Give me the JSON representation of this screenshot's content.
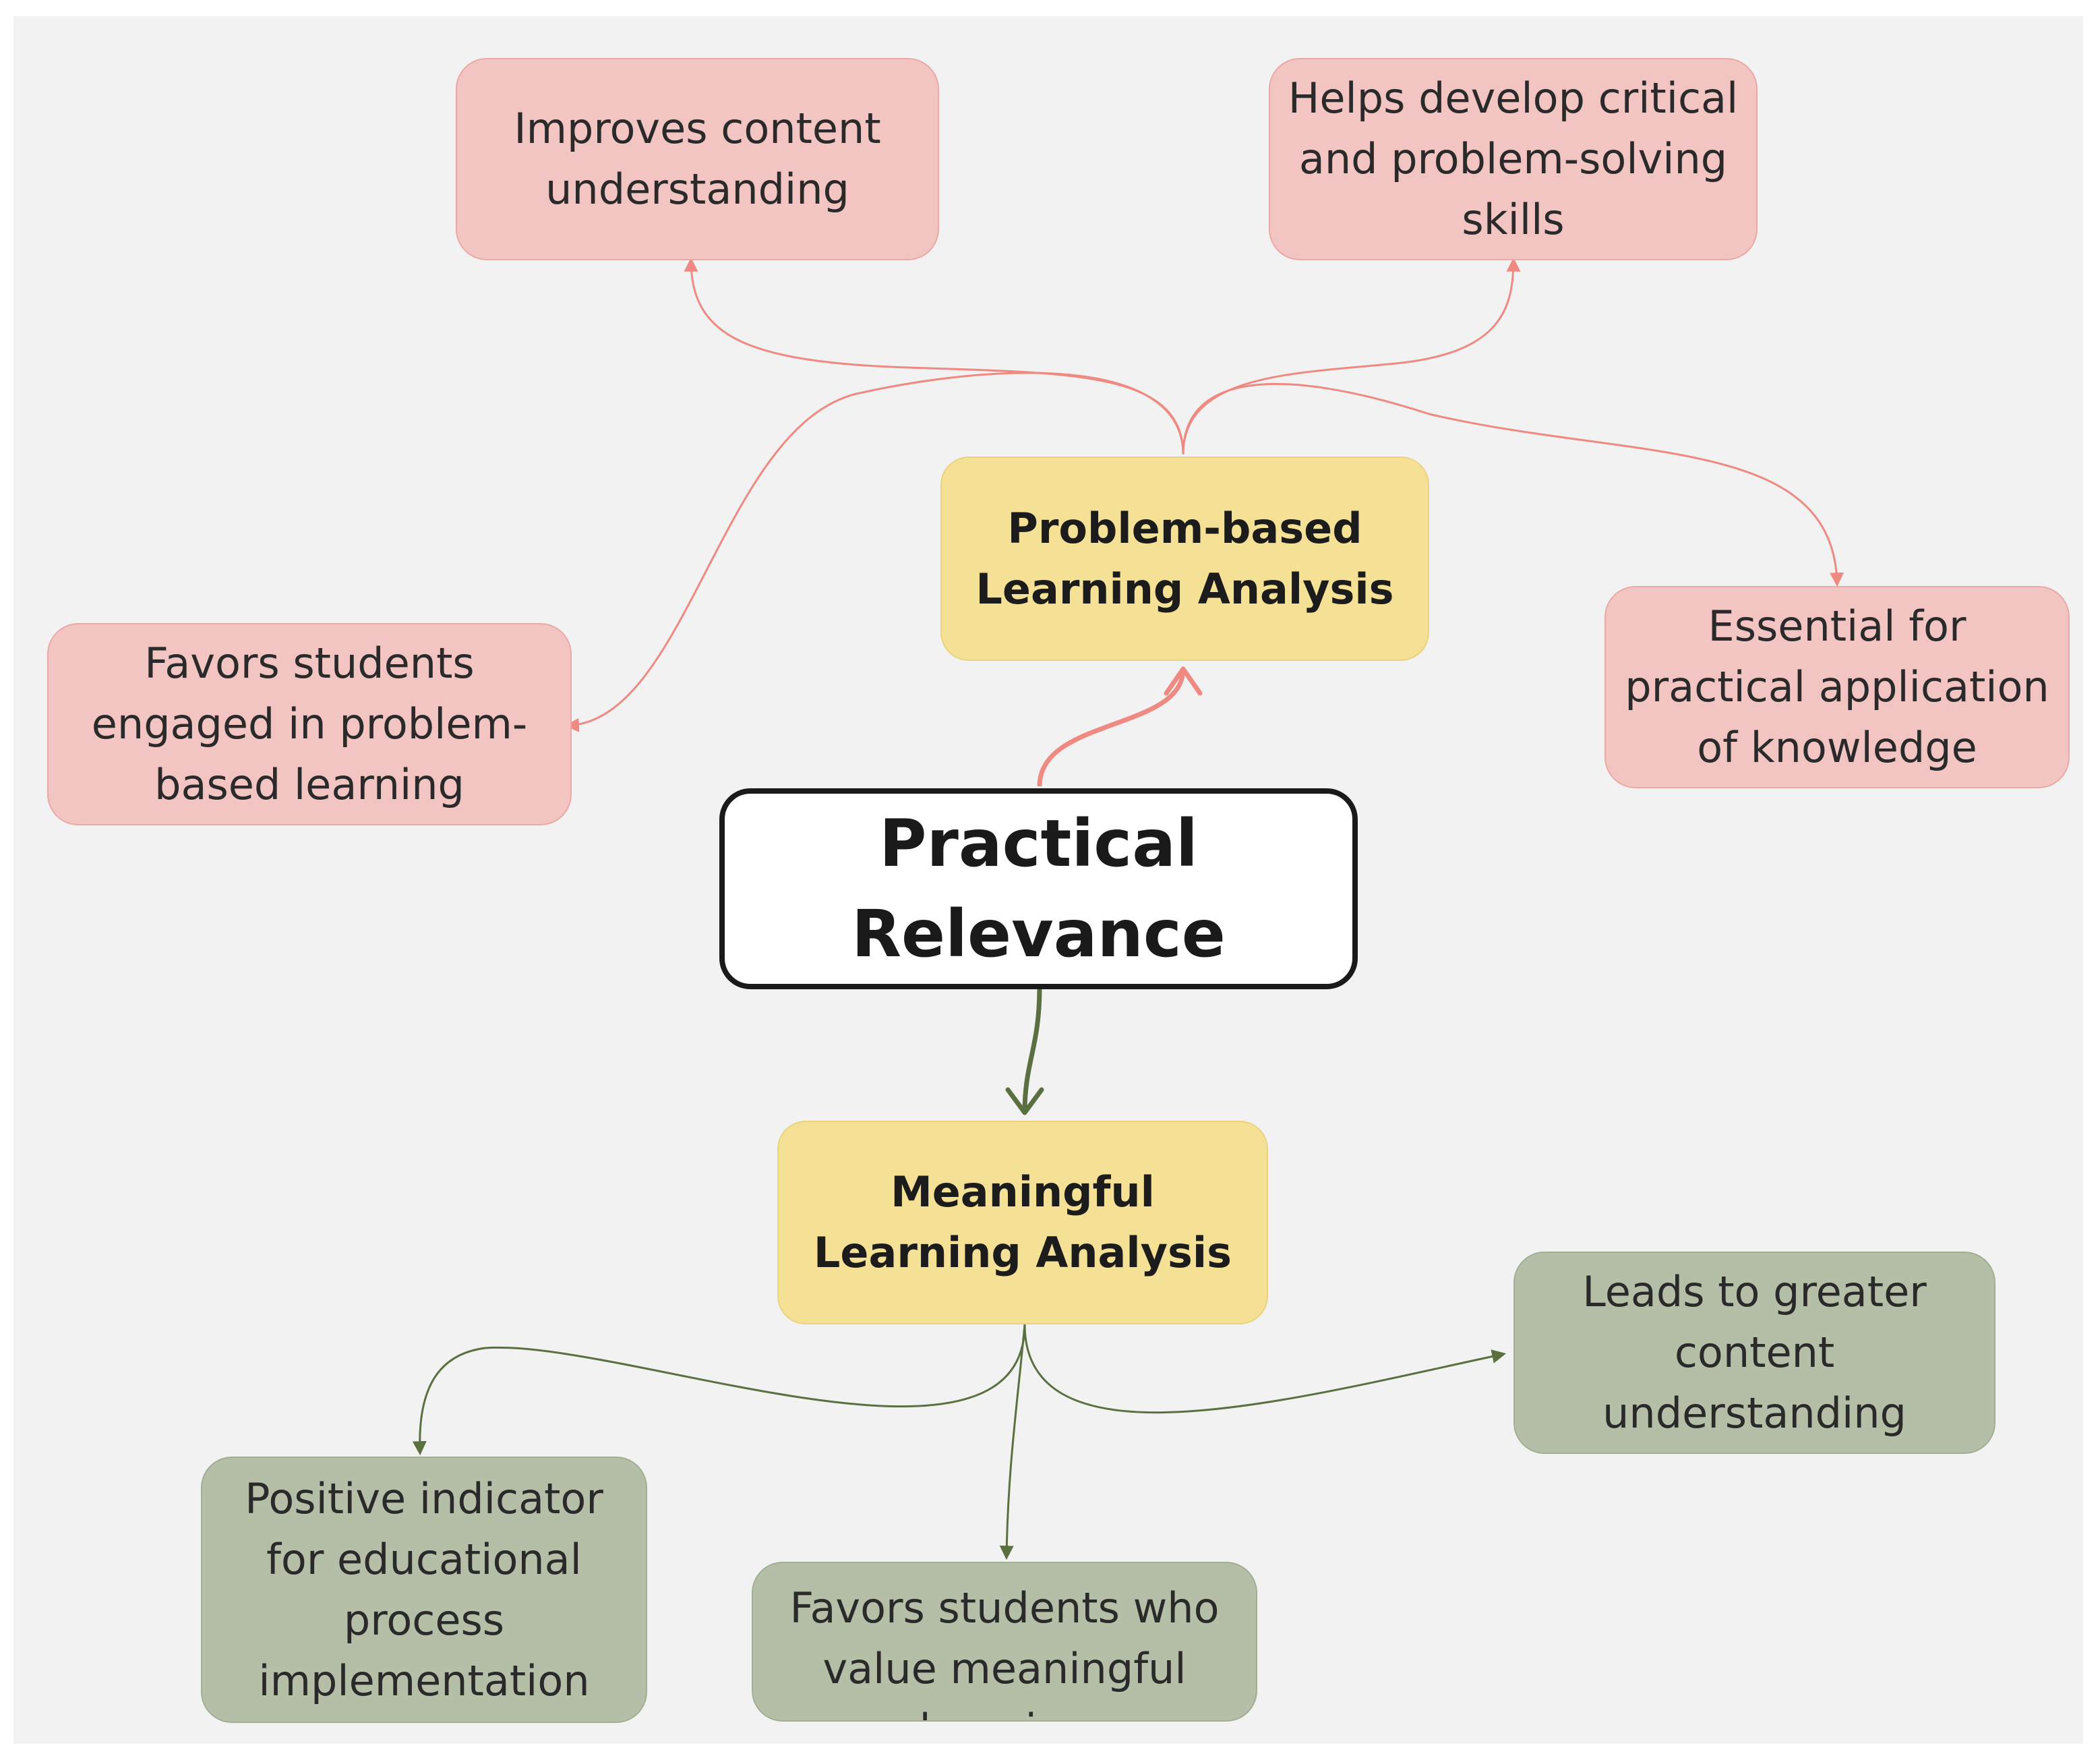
{
  "colors": {
    "background": "#f2f2f2",
    "pbl_branch": "#ee8a82",
    "ml_branch": "#5a7041",
    "red_node": "#f2c4c2",
    "green_node": "#b5bfa8",
    "yellow_node": "#f5e196"
  },
  "central": {
    "label": "Practical Relevance"
  },
  "branches": {
    "pbl": {
      "label": "Problem-based Learning Analysis"
    },
    "ml": {
      "label": "Meaningful Learning Analysis"
    }
  },
  "pbl_children": [
    {
      "label": "Improves content understanding"
    },
    {
      "label": "Helps develop critical and problem-solving skills"
    },
    {
      "label": "Favors students engaged in problem-based learning"
    },
    {
      "label": "Essential for practical application of knowledge"
    }
  ],
  "ml_children": [
    {
      "label": "Leads to greater content understanding"
    },
    {
      "label": "Positive indicator for educational process implementation"
    },
    {
      "label": "Favors students who value meaningful learning"
    }
  ]
}
